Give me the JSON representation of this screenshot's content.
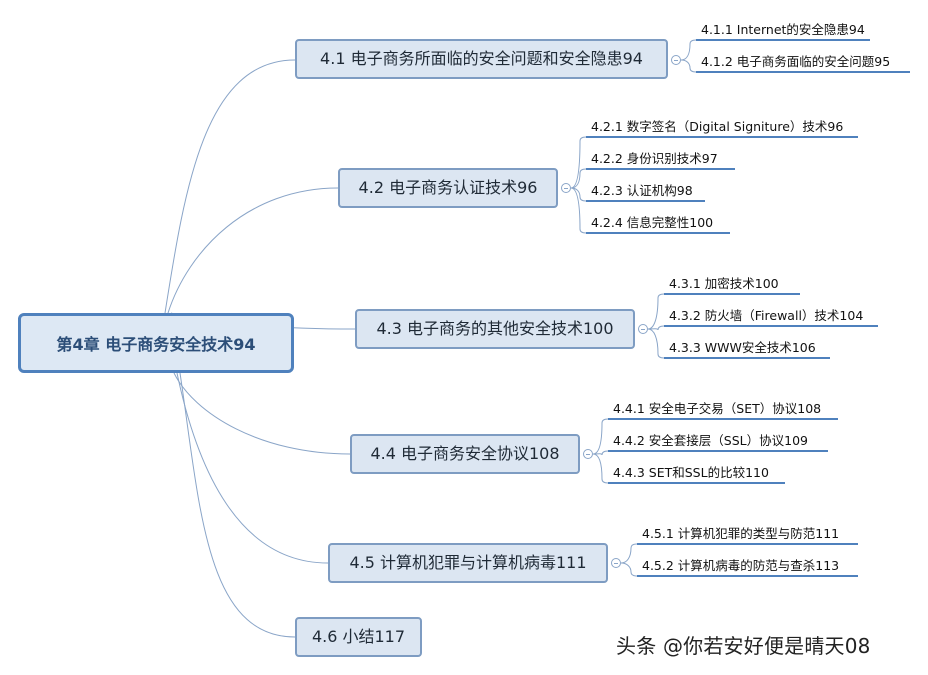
{
  "central": {
    "label": "第4章  电子商务安全技术94"
  },
  "sections": [
    {
      "label": "4.1  电子商务所面临的安全问题和安全隐患94",
      "children": [
        "4.1.1  Internet的安全隐患94",
        "4.1.2  电子商务面临的安全问题95"
      ]
    },
    {
      "label": "4.2  电子商务认证技术96",
      "children": [
        "4.2.1  数字签名（Digital Signiture）技术96",
        "4.2.2  身份识别技术97",
        "4.2.3  认证机构98",
        "4.2.4  信息完整性100"
      ]
    },
    {
      "label": "4.3  电子商务的其他安全技术100",
      "children": [
        "4.3.1  加密技术100",
        "4.3.2  防火墙（Firewall）技术104",
        "4.3.3  WWW安全技术106"
      ]
    },
    {
      "label": "4.4  电子商务安全协议108",
      "children": [
        "4.4.1  安全电子交易（SET）协议108",
        "4.4.2  安全套接层（SSL）协议109",
        "4.4.3  SET和SSL的比较110"
      ]
    },
    {
      "label": "4.5  计算机犯罪与计算机病毒111",
      "children": [
        "4.5.1  计算机犯罪的类型与防范111",
        "4.5.2  计算机病毒的防范与查杀113"
      ]
    },
    {
      "label": "4.6  小结117",
      "children": []
    }
  ],
  "watermark": "头条 @你若安好便是晴天08",
  "colors": {
    "connector": "#8aa5c8",
    "leaf_underline": "#4f81bd",
    "node_fill": "#dce6f2",
    "node_border": "#7e9cc2",
    "central_border": "#4f81bd"
  }
}
